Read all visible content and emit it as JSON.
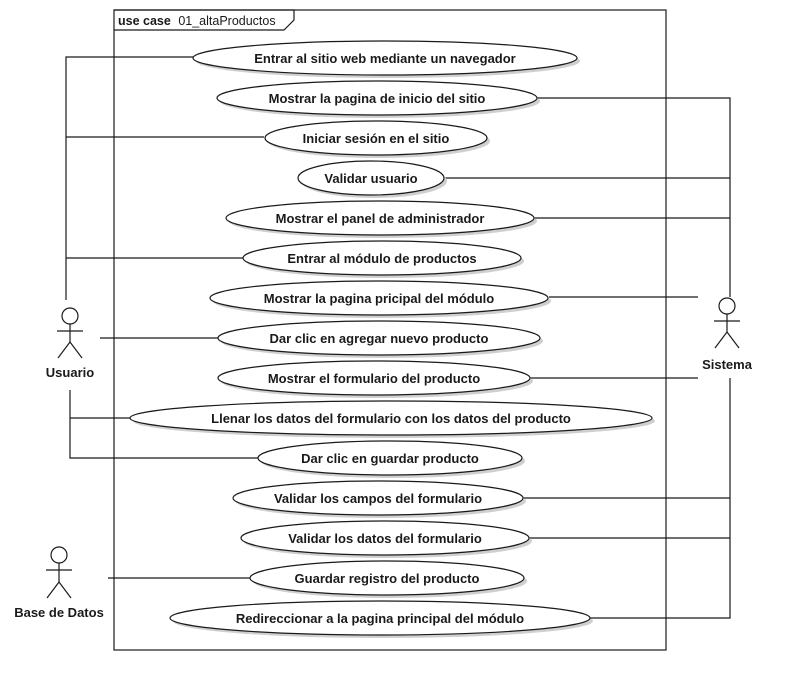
{
  "frame": {
    "keyword": "use case",
    "name": "01_altaProductos"
  },
  "actors": {
    "usuario": "Usuario",
    "sistema": "Sistema",
    "base_datos": "Base de Datos"
  },
  "use_cases": [
    "Entrar al sitio web mediante un navegador",
    "Mostrar la pagina de inicio del sitio",
    "Iniciar sesión en el sitio",
    "Validar usuario",
    "Mostrar el panel de administrador",
    "Entrar al módulo de productos",
    "Mostrar la pagina pricipal del módulo",
    "Dar clic en agregar nuevo producto",
    "Mostrar el formulario del producto",
    "Llenar los datos del formulario con los datos del producto",
    "Dar clic en guardar producto",
    "Validar los campos del formulario",
    "Validar los datos del formulario",
    "Guardar registro del producto",
    "Redireccionar a la pagina principal del módulo"
  ]
}
